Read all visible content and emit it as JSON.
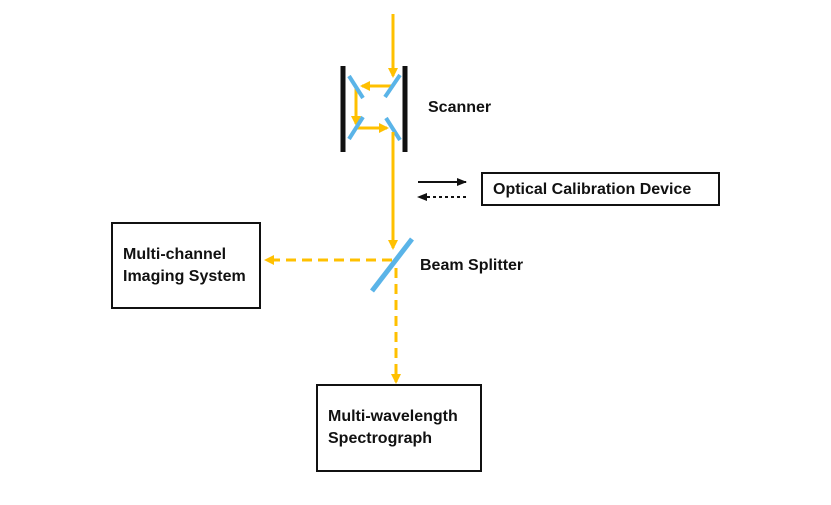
{
  "labels": {
    "scanner": "Scanner",
    "beam_splitter": "Beam Splitter"
  },
  "boxes": {
    "optical_calibration": "Optical Calibration Device",
    "imaging_line1": "Multi-channel",
    "imaging_line2": "Imaging System",
    "spectrograph_line1": "Multi-wavelength",
    "spectrograph_line2": "Spectrograph"
  },
  "colors": {
    "beam": "#FFC000",
    "mirror": "#5AB4E8",
    "frame": "#111111"
  }
}
